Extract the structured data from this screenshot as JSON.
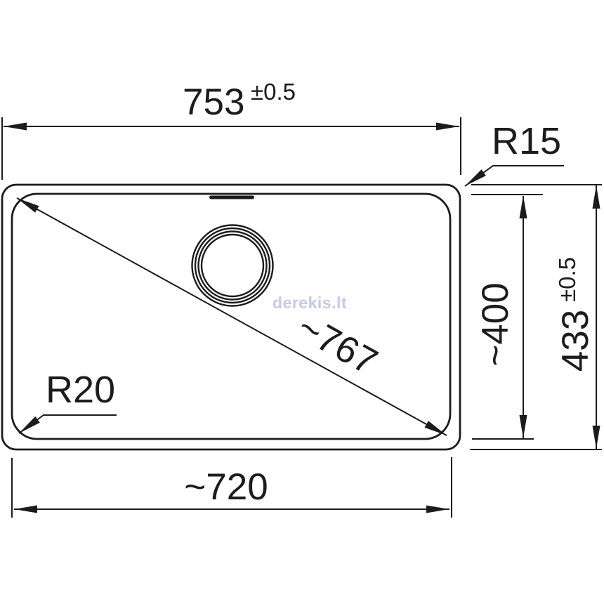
{
  "drawing_type": "sink-technical-dimension-drawing",
  "dimensions": {
    "width_outer": "753",
    "width_outer_tolerance": "±0.5",
    "radius_outer": "R15",
    "radius_inner": "R20",
    "diagonal": "~767",
    "height_inner": "~400",
    "height_outer": "433",
    "height_outer_tolerance": "±0.5",
    "width_inner": "~720"
  },
  "watermark": "derekis.lt",
  "colors": {
    "line": "#1c1c1c",
    "watermark": "#c5cae6",
    "background": "#ffffff"
  }
}
